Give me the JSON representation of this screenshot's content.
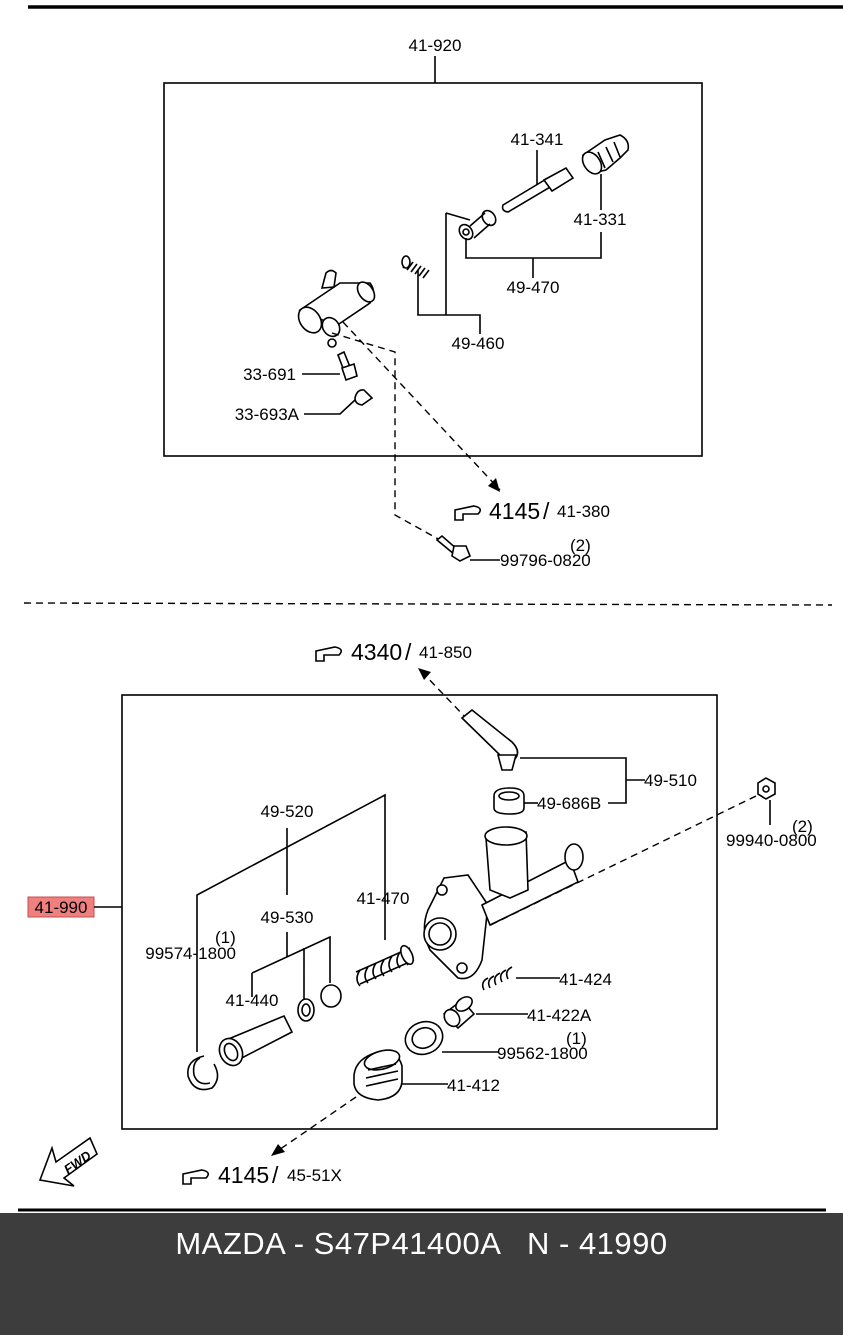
{
  "top_diagram": {
    "labels": {
      "assembly": "41-920",
      "push_rod": "41-341",
      "boot": "41-331",
      "piston_kit": "49-470",
      "spring_kit": "49-460",
      "bleeder_screw": "33-691",
      "bleeder_cap": "33-693A",
      "bolt": "99796-0820",
      "bolt_qty": "(2)"
    },
    "reference": {
      "section": "4145",
      "sub": "41-380"
    }
  },
  "bottom_diagram": {
    "labels": {
      "assembly": "41-990",
      "hose_kit": "49-510",
      "hose_clamp": "49-686B",
      "nut": "99940-0800",
      "nut_qty": "(2)",
      "inner_kit": "49-520",
      "spring": "41-470",
      "seal_kit": "49-530",
      "snap_ring": "99574-1800",
      "snap_ring_qty": "(1)",
      "piston": "41-440",
      "valve_spring": "41-424",
      "valve": "41-422A",
      "o_ring": "99562-1800",
      "o_ring_qty": "(1)",
      "reservoir_cap": "41-412"
    },
    "reference_top": {
      "section": "4340",
      "sub": "41-850"
    },
    "reference_bottom": {
      "section": "4145",
      "sub": "45-51X"
    },
    "fwd_label": "FWD",
    "highlight_color": "#f08080"
  },
  "footer": {
    "text": "MAZDA - S47P41400A   N - 41990",
    "background": "#3d3d3d",
    "color": "#ffffff"
  }
}
